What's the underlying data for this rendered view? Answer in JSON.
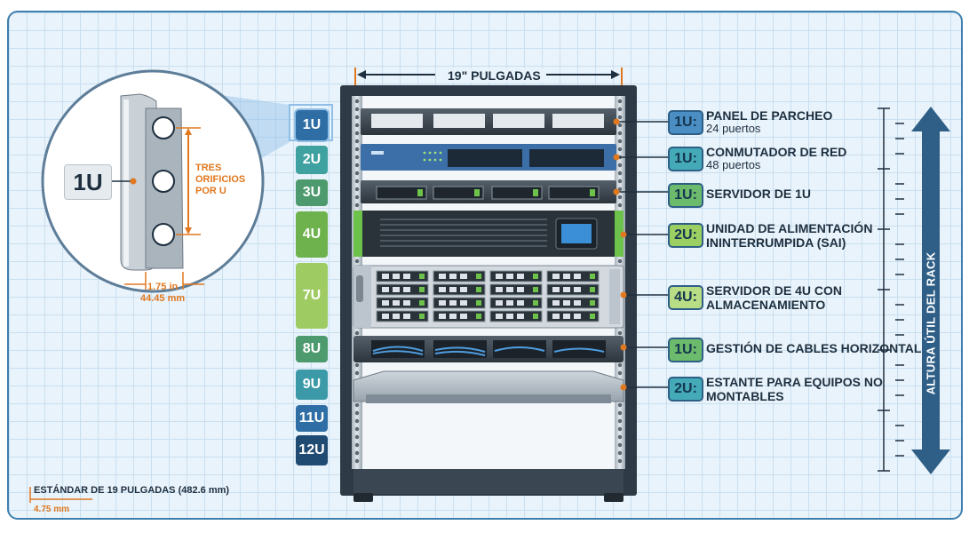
{
  "width_label": "19\" PULGADAS",
  "zoom": {
    "unit_label": "1U",
    "holes_label": [
      "TRES",
      "ORIFICIOS",
      "POR U"
    ],
    "dim_in": "1.75 in",
    "dim_mm": "44.45 mm"
  },
  "u_labels": [
    {
      "text": "1U",
      "color": "#2f6ea5"
    },
    {
      "text": "2U",
      "color": "#3fa2a0"
    },
    {
      "text": "3U",
      "color": "#4d9a6e"
    },
    {
      "text": "4U",
      "color": "#6eb24d"
    },
    {
      "text": "7U",
      "color": "#9fcb63"
    },
    {
      "text": "8U",
      "color": "#4d9a6e"
    },
    {
      "text": "9U",
      "color": "#3c9aa8"
    },
    {
      "text": "11U",
      "color": "#2f6ea5"
    },
    {
      "text": "12U",
      "color": "#1f4a72"
    }
  ],
  "components": [
    {
      "tag": "1U:",
      "title": "PANEL DE PARCHEO",
      "subtitle": "24 puertos",
      "tag_color": "#4a8ec4"
    },
    {
      "tag": "1U:",
      "title": "CONMUTADOR DE RED",
      "subtitle": "48 puertos",
      "tag_color": "#44aab8"
    },
    {
      "tag": "1U:",
      "title": "SERVIDOR DE 1U",
      "subtitle": "",
      "tag_color": "#6cba6c"
    },
    {
      "tag": "2U:",
      "title": "UNIDAD DE ALIMENTACIÓN",
      "subtitle": "ININTERRUMPIDA (SAI)",
      "tag_color": "#9ccf62"
    },
    {
      "tag": "4U:",
      "title": "SERVIDOR DE 4U CON",
      "subtitle": "ALMACENAMIENTO",
      "tag_color": "#b8dd84"
    },
    {
      "tag": "1U:",
      "title": "GESTIÓN DE CABLES HORIZONTAL",
      "subtitle": "",
      "tag_color": "#6cba6c"
    },
    {
      "tag": "2U:",
      "title": "ESTANTE PARA EQUIPOS NO",
      "subtitle": "MONTABLES",
      "tag_color": "#44aab8"
    }
  ],
  "side_label": "ALTURA ÚTIL DEL RACK",
  "footer": {
    "standard": "ESTÁNDAR DE 19 PULGADAS (482.6 mm)",
    "dim": "4.75 mm"
  }
}
